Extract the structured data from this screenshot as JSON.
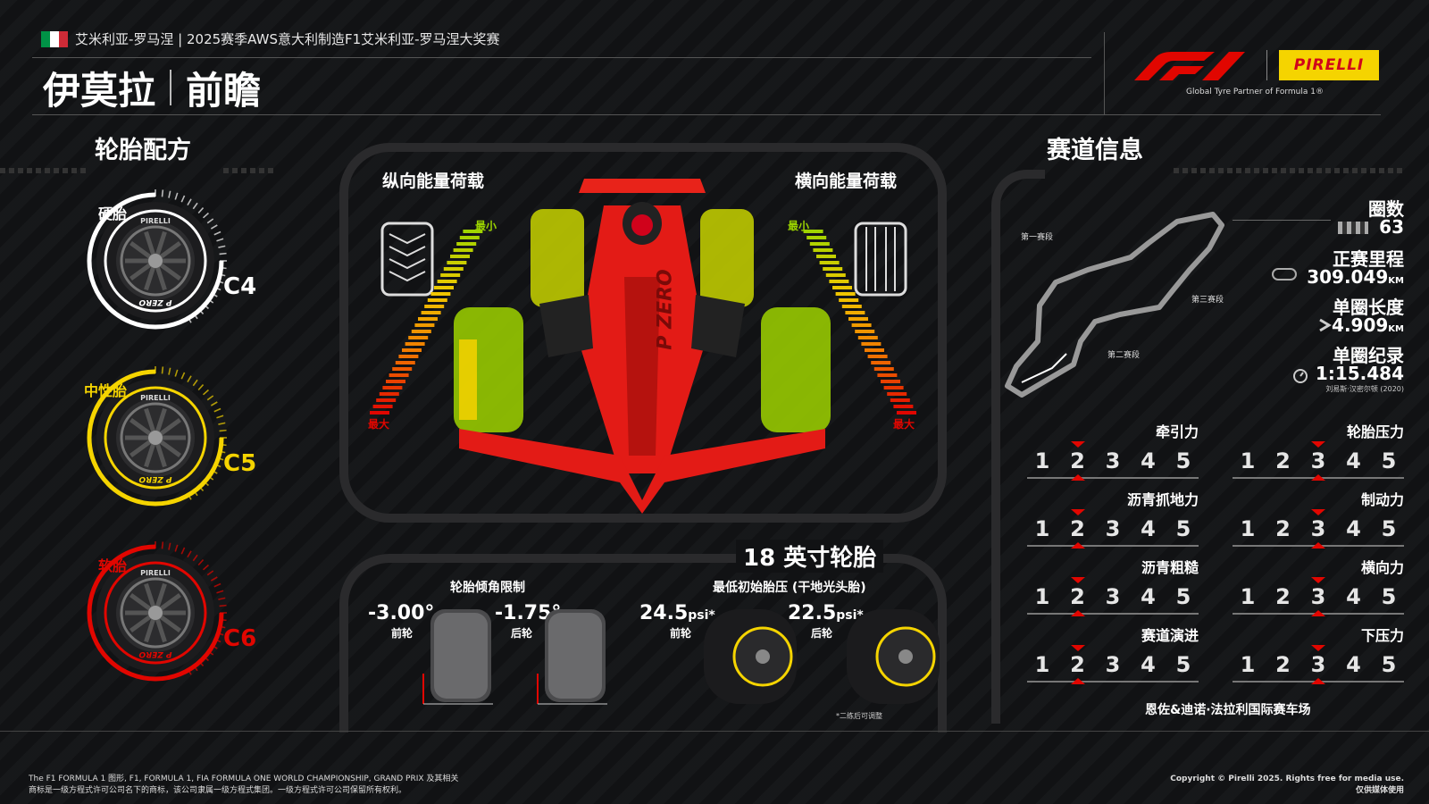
{
  "header": {
    "flag_colors": [
      "#009246",
      "#ffffff",
      "#ce2b37"
    ],
    "subtitle": "艾米利亚-罗马涅 | 2025赛季AWS意大利制造F1艾米利亚-罗马涅大奖赛",
    "title_left": "伊莫拉",
    "title_right": "前瞻",
    "pirelli_logo": "PIRELLI",
    "partner_text": "Global Tyre Partner of Formula 1®"
  },
  "compounds": {
    "heading": "轮胎配方",
    "items": [
      {
        "label": "硬胎",
        "code": "C4",
        "color": "#ffffff"
      },
      {
        "label": "中性胎",
        "code": "C5",
        "color": "#f5d400"
      },
      {
        "label": "软胎",
        "code": "C6",
        "color": "#e10600"
      }
    ],
    "brand_text": "PIRELLI",
    "pzero_text": "P ZERO"
  },
  "energy": {
    "longitudinal": "纵向能量荷载",
    "lateral": "横向能量荷载",
    "min_label": "最小",
    "max_label": "最大",
    "car_text": "P ZERO"
  },
  "tyre_spec": {
    "size_heading": "18 英寸轮胎",
    "camber_heading": "轮胎倾角限制",
    "pressure_heading": "最低初始胎压 (干地光头胎)",
    "camber_front": "-3.00°",
    "camber_front_label": "前轮",
    "camber_rear": "-1.75°",
    "camber_rear_label": "后轮",
    "pressure_front": "24.5",
    "pressure_rear": "22.5",
    "pressure_unit": "psi*",
    "pressure_front_label": "前轮",
    "pressure_rear_label": "后轮",
    "footnote": "*二练后可调整"
  },
  "circuit": {
    "heading": "赛道信息",
    "sectors": [
      "第一赛段",
      "第二赛段",
      "第三赛段"
    ],
    "laps_label": "圈数",
    "laps_value": "63",
    "distance_label": "正赛里程",
    "distance_value": "309.049",
    "distance_unit": "KM",
    "length_label": "单圈长度",
    "length_value": "4.909",
    "length_unit": "KM",
    "record_label": "单圈纪录",
    "record_value": "1:15.484",
    "record_holder": "刘易斯·汉密尔顿 (2020)",
    "venue": "恩佐&迪诺·法拉利国际赛车场"
  },
  "ratings": [
    {
      "title": "牵引力",
      "value": 2
    },
    {
      "title": "轮胎压力",
      "value": 3
    },
    {
      "title": "沥青抓地力",
      "value": 2
    },
    {
      "title": "制动力",
      "value": 3
    },
    {
      "title": "沥青粗糙",
      "value": 2
    },
    {
      "title": "横向力",
      "value": 3
    },
    {
      "title": "赛道演进",
      "value": 2
    },
    {
      "title": "下压力",
      "value": 3
    }
  ],
  "rating_scale": [
    "1",
    "2",
    "3",
    "4",
    "5"
  ],
  "footer": {
    "left_line1": "The F1 FORMULA 1 图形, F1, FORMULA 1, FIA FORMULA ONE WORLD CHAMPIONSHIP, GRAND PRIX 及其相关",
    "left_line2": "商标是一级方程式许可公司名下的商标，该公司隶属一级方程式集团。一级方程式许可公司保留所有权利。",
    "right_line1": "Copyright © Pirelli 2025. Rights free for media use.",
    "right_line2": "仅供媒体使用"
  }
}
